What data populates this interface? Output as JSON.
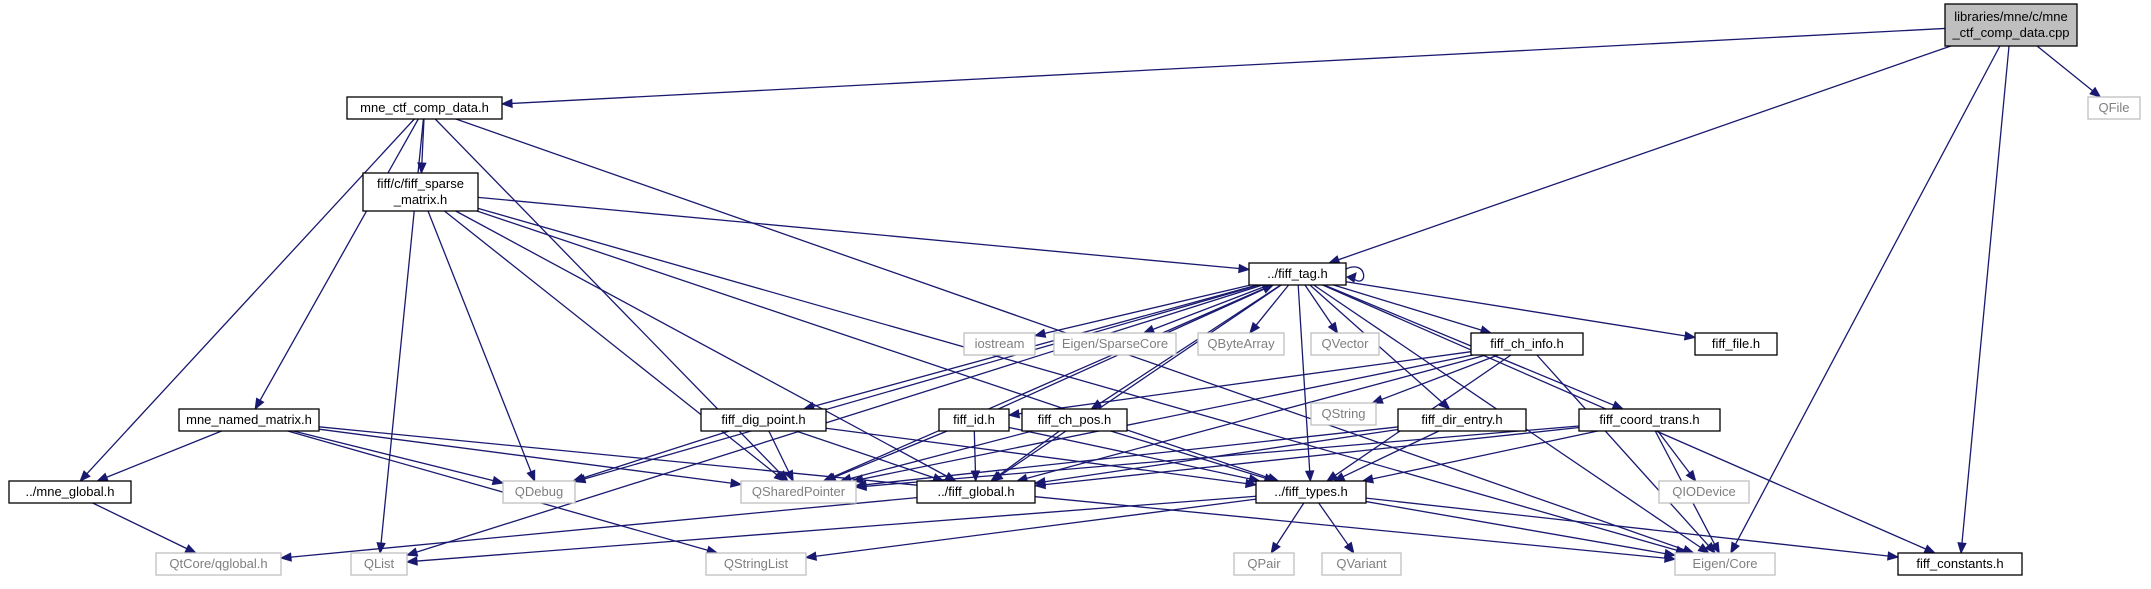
{
  "graph": {
    "title": "",
    "colors": {
      "edge": "#191970",
      "documented_border": "#000000",
      "external_border": "#bfbfbf",
      "external_text": "#7f7f7f",
      "root_fill": "#bfbfbf"
    },
    "nodes": [
      {
        "id": "root",
        "lines": [
          "libraries/mne/c/mne",
          "_ctf_comp_data.cpp"
        ],
        "kind": "root"
      },
      {
        "id": "mne_ctf_comp_data_h",
        "lines": [
          "mne_ctf_comp_data.h"
        ],
        "kind": "documented"
      },
      {
        "id": "qfile",
        "lines": [
          "QFile"
        ],
        "kind": "external"
      },
      {
        "id": "fiff_sparse_matrix_h",
        "lines": [
          "fiff/c/fiff_sparse",
          "_matrix.h"
        ],
        "kind": "documented"
      },
      {
        "id": "fiff_tag_h",
        "lines": [
          "../fiff_tag.h"
        ],
        "kind": "documented"
      },
      {
        "id": "iostream",
        "lines": [
          "iostream"
        ],
        "kind": "external"
      },
      {
        "id": "eigen_sparsecore",
        "lines": [
          "Eigen/SparseCore"
        ],
        "kind": "external"
      },
      {
        "id": "qbytearray",
        "lines": [
          "QByteArray"
        ],
        "kind": "external"
      },
      {
        "id": "qvector",
        "lines": [
          "QVector"
        ],
        "kind": "external"
      },
      {
        "id": "fiff_ch_info_h",
        "lines": [
          "fiff_ch_info.h"
        ],
        "kind": "documented"
      },
      {
        "id": "fiff_file_h",
        "lines": [
          "fiff_file.h"
        ],
        "kind": "documented"
      },
      {
        "id": "qstring",
        "lines": [
          "QString"
        ],
        "kind": "external"
      },
      {
        "id": "mne_named_matrix_h",
        "lines": [
          "mne_named_matrix.h"
        ],
        "kind": "documented"
      },
      {
        "id": "fiff_dig_point_h",
        "lines": [
          "fiff_dig_point.h"
        ],
        "kind": "documented"
      },
      {
        "id": "fiff_id_h",
        "lines": [
          "fiff_id.h"
        ],
        "kind": "documented"
      },
      {
        "id": "fiff_ch_pos_h",
        "lines": [
          "fiff_ch_pos.h"
        ],
        "kind": "documented"
      },
      {
        "id": "fiff_dir_entry_h",
        "lines": [
          "fiff_dir_entry.h"
        ],
        "kind": "documented"
      },
      {
        "id": "fiff_coord_trans_h",
        "lines": [
          "fiff_coord_trans.h"
        ],
        "kind": "documented"
      },
      {
        "id": "mne_global_h",
        "lines": [
          "../mne_global.h"
        ],
        "kind": "documented"
      },
      {
        "id": "qdebug",
        "lines": [
          "QDebug"
        ],
        "kind": "external"
      },
      {
        "id": "qsharedpointer",
        "lines": [
          "QSharedPointer"
        ],
        "kind": "external"
      },
      {
        "id": "fiff_global_h",
        "lines": [
          "../fiff_global.h"
        ],
        "kind": "documented"
      },
      {
        "id": "fiff_types_h",
        "lines": [
          "../fiff_types.h"
        ],
        "kind": "documented"
      },
      {
        "id": "qiodevice",
        "lines": [
          "QIODevice"
        ],
        "kind": "external"
      },
      {
        "id": "qtcore_qglobal_h",
        "lines": [
          "QtCore/qglobal.h"
        ],
        "kind": "external"
      },
      {
        "id": "qlist",
        "lines": [
          "QList"
        ],
        "kind": "external"
      },
      {
        "id": "qstringlist",
        "lines": [
          "QStringList"
        ],
        "kind": "external"
      },
      {
        "id": "qpair",
        "lines": [
          "QPair"
        ],
        "kind": "external"
      },
      {
        "id": "qvariant",
        "lines": [
          "QVariant"
        ],
        "kind": "external"
      },
      {
        "id": "eigen_core",
        "lines": [
          "Eigen/Core"
        ],
        "kind": "external"
      },
      {
        "id": "fiff_constants_h",
        "lines": [
          "fiff_constants.h"
        ],
        "kind": "documented"
      }
    ],
    "edges": [
      [
        "root",
        "mne_ctf_comp_data_h"
      ],
      [
        "root",
        "fiff_tag_h"
      ],
      [
        "root",
        "qfile"
      ],
      [
        "root",
        "eigen_core"
      ],
      [
        "root",
        "fiff_constants_h"
      ],
      [
        "mne_ctf_comp_data_h",
        "fiff_sparse_matrix_h"
      ],
      [
        "mne_ctf_comp_data_h",
        "mne_named_matrix_h"
      ],
      [
        "mne_ctf_comp_data_h",
        "mne_global_h"
      ],
      [
        "mne_ctf_comp_data_h",
        "qlist"
      ],
      [
        "mne_ctf_comp_data_h",
        "qsharedpointer"
      ],
      [
        "mne_ctf_comp_data_h",
        "eigen_core"
      ],
      [
        "fiff_sparse_matrix_h",
        "fiff_tag_h"
      ],
      [
        "fiff_sparse_matrix_h",
        "qdebug"
      ],
      [
        "fiff_sparse_matrix_h",
        "qsharedpointer"
      ],
      [
        "fiff_sparse_matrix_h",
        "fiff_global_h"
      ],
      [
        "fiff_sparse_matrix_h",
        "fiff_types_h"
      ],
      [
        "fiff_sparse_matrix_h",
        "eigen_core"
      ],
      [
        "fiff_tag_h",
        "fiff_tag_h"
      ],
      [
        "fiff_tag_h",
        "iostream"
      ],
      [
        "fiff_tag_h",
        "eigen_sparsecore"
      ],
      [
        "fiff_tag_h",
        "qbytearray"
      ],
      [
        "fiff_tag_h",
        "qvector"
      ],
      [
        "fiff_tag_h",
        "fiff_ch_info_h"
      ],
      [
        "fiff_tag_h",
        "fiff_file_h"
      ],
      [
        "fiff_tag_h",
        "fiff_dig_point_h"
      ],
      [
        "fiff_tag_h",
        "fiff_ch_pos_h"
      ],
      [
        "fiff_tag_h",
        "fiff_dir_entry_h"
      ],
      [
        "fiff_tag_h",
        "fiff_coord_trans_h"
      ],
      [
        "fiff_tag_h",
        "qdebug"
      ],
      [
        "fiff_tag_h",
        "qsharedpointer"
      ],
      [
        "fiff_tag_h",
        "fiff_global_h"
      ],
      [
        "fiff_tag_h",
        "fiff_types_h"
      ],
      [
        "fiff_tag_h",
        "qlist"
      ],
      [
        "fiff_tag_h",
        "eigen_core"
      ],
      [
        "fiff_tag_h",
        "fiff_constants_h"
      ],
      [
        "fiff_ch_info_h",
        "fiff_id_h"
      ],
      [
        "fiff_ch_info_h",
        "qstring"
      ],
      [
        "fiff_ch_info_h",
        "qsharedpointer"
      ],
      [
        "fiff_ch_info_h",
        "fiff_global_h"
      ],
      [
        "fiff_ch_info_h",
        "fiff_types_h"
      ],
      [
        "fiff_ch_info_h",
        "eigen_core"
      ],
      [
        "fiff_id_h",
        "fiff_tag_h"
      ],
      [
        "fiff_id_h",
        "qsharedpointer"
      ],
      [
        "fiff_id_h",
        "fiff_global_h"
      ],
      [
        "fiff_id_h",
        "fiff_types_h"
      ],
      [
        "mne_named_matrix_h",
        "mne_global_h"
      ],
      [
        "mne_named_matrix_h",
        "qdebug"
      ],
      [
        "mne_named_matrix_h",
        "qsharedpointer"
      ],
      [
        "mne_named_matrix_h",
        "qstringlist"
      ],
      [
        "mne_named_matrix_h",
        "eigen_core"
      ],
      [
        "fiff_dig_point_h",
        "qdebug"
      ],
      [
        "fiff_dig_point_h",
        "qsharedpointer"
      ],
      [
        "fiff_dig_point_h",
        "fiff_global_h"
      ],
      [
        "fiff_dig_point_h",
        "fiff_types_h"
      ],
      [
        "fiff_ch_pos_h",
        "qsharedpointer"
      ],
      [
        "fiff_ch_pos_h",
        "fiff_global_h"
      ],
      [
        "fiff_ch_pos_h",
        "fiff_types_h"
      ],
      [
        "fiff_dir_entry_h",
        "qsharedpointer"
      ],
      [
        "fiff_dir_entry_h",
        "fiff_global_h"
      ],
      [
        "fiff_dir_entry_h",
        "fiff_types_h"
      ],
      [
        "fiff_coord_trans_h",
        "qiodevice"
      ],
      [
        "fiff_coord_trans_h",
        "qsharedpointer"
      ],
      [
        "fiff_coord_trans_h",
        "fiff_global_h"
      ],
      [
        "fiff_coord_trans_h",
        "fiff_types_h"
      ],
      [
        "fiff_coord_trans_h",
        "eigen_core"
      ],
      [
        "mne_global_h",
        "qtcore_qglobal_h"
      ],
      [
        "fiff_global_h",
        "qtcore_qglobal_h"
      ],
      [
        "fiff_types_h",
        "qlist"
      ],
      [
        "fiff_types_h",
        "qstringlist"
      ],
      [
        "fiff_types_h",
        "qpair"
      ],
      [
        "fiff_types_h",
        "qvariant"
      ],
      [
        "fiff_types_h",
        "eigen_core"
      ],
      [
        "fiff_types_h",
        "fiff_constants_h"
      ]
    ]
  }
}
